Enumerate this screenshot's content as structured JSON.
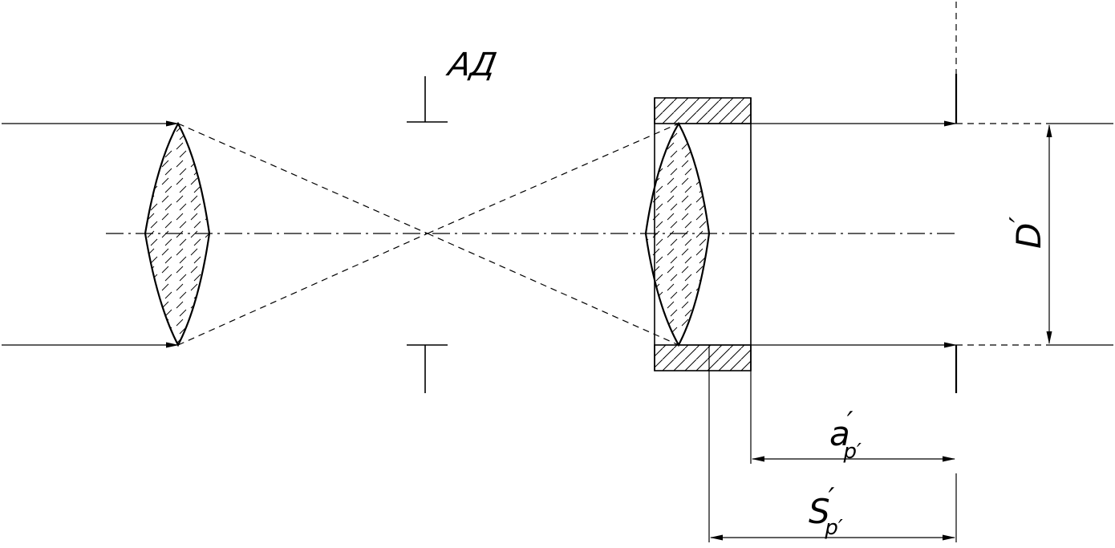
{
  "labels": {
    "aperture_stop": "АД",
    "exit_pupil_diameter": "D",
    "exit_pupil_diameter_prime": "′",
    "a_main": "a",
    "a_prime": "′",
    "a_sub": "p′",
    "s_main": "S",
    "s_prime": "′",
    "s_sub": "p′"
  },
  "colors": {
    "line": "#000000",
    "background": "#ffffff"
  }
}
